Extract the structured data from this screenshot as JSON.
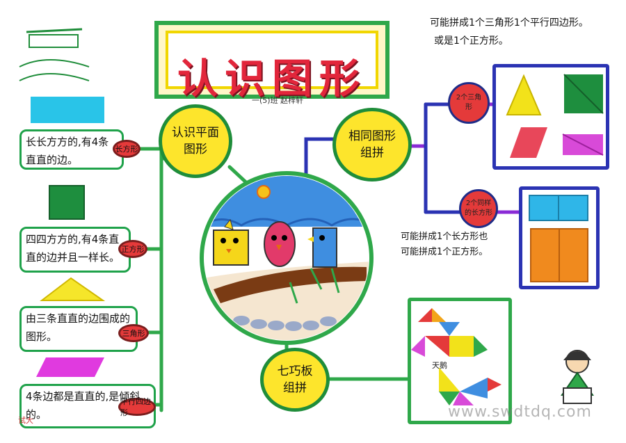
{
  "title": {
    "main": "认识图形",
    "subtitle": "一(5)班  赵梓轩"
  },
  "nodes": {
    "plane": "认识平面图形",
    "same": "相同图形组拼",
    "tangram": "七巧板组拼"
  },
  "top_note": {
    "line1": "可能拼成1个三角形1个平行四边形。",
    "line2": "或是1个正方形。"
  },
  "mid_note": {
    "line1": "可能拼成1个长方形也",
    "line2": "可能拼成1个正方形。"
  },
  "left_items": [
    {
      "label": "长方形",
      "text": "长长方方的,有4条直直的边。"
    },
    {
      "label": "正方形",
      "text": "四四方方的,有4条直直的边并且一样长。"
    },
    {
      "label": "三角形",
      "text": "由三条直直的边围成的图形。"
    },
    {
      "label": "平行四边形",
      "text": "4条边都是直直的,是倾斜的。"
    }
  ],
  "branches": {
    "triangles": "2个三角形",
    "rectangles": "2个同样的长方形"
  },
  "tangram_label": "天鹅",
  "watermark": "www.swdtdq.com",
  "corner_text": "试大",
  "colors": {
    "green": "#2fa84a",
    "yellow": "#fde52c",
    "red": "#e43a3a",
    "blue": "#2b33b3",
    "purple": "#8a2bd6"
  }
}
